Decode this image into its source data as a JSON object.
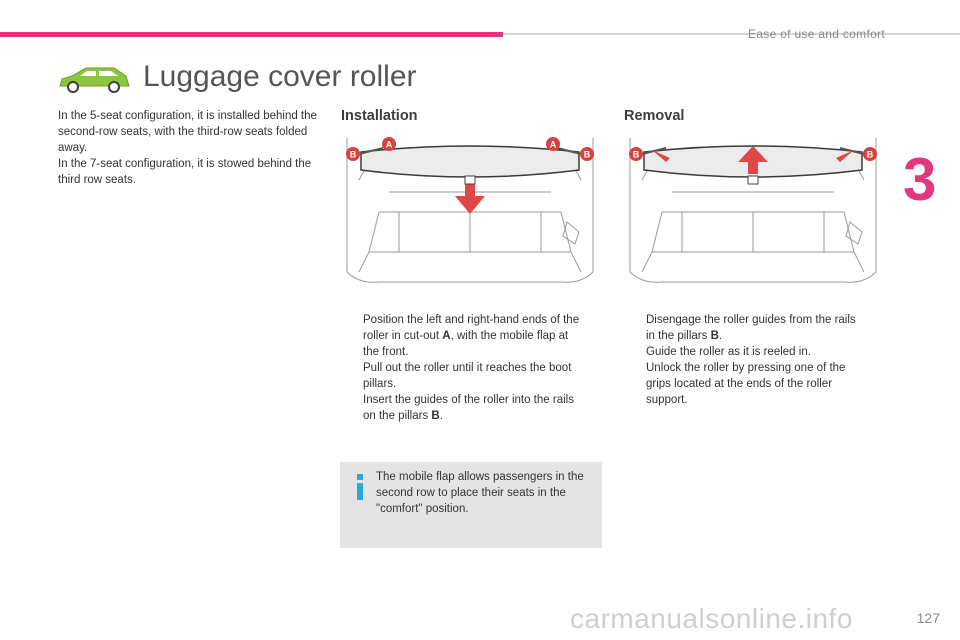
{
  "header": {
    "section_title": "Ease of use and comfort",
    "chapter_number": "3",
    "accent_color": "#e2397e"
  },
  "page": {
    "title": "Luggage cover roller",
    "title_icon": "car-icon",
    "page_number": "127"
  },
  "intro": {
    "paragraph1": "In the 5-seat configuration, it is installed behind the second-row seats, with the third-row seats folded away.",
    "paragraph2": "In the 7-seat configuration, it is stowed behind the third row seats."
  },
  "installation": {
    "heading": "Installation",
    "callouts": [
      "A",
      "A",
      "B",
      "B"
    ],
    "steps": [
      {
        "bullet": "",
        "pre": "Position the left and right-hand ends of the roller in cut-out ",
        "bold": "A",
        "post": ", with the mobile flap at the front."
      },
      {
        "bullet": "",
        "pre": "Pull out the roller until it reaches the boot pillars.",
        "bold": "",
        "post": ""
      },
      {
        "bullet": "",
        "pre": "Insert the guides of the roller into the rails on the pillars ",
        "bold": "B",
        "post": "."
      }
    ]
  },
  "removal": {
    "heading": "Removal",
    "callouts": [
      "B",
      "B"
    ],
    "steps": [
      {
        "bullet": "",
        "pre": "Disengage the roller guides from the rails in the pillars ",
        "bold": "B",
        "post": "."
      },
      {
        "bullet": "",
        "pre": "Guide the roller as it is reeled in.",
        "bold": "",
        "post": ""
      },
      {
        "bullet": "",
        "pre": "Unlock the roller by pressing one of the grips located at the ends of the roller support.",
        "bold": "",
        "post": ""
      }
    ]
  },
  "info_box": {
    "icon": "info-icon",
    "text": "The mobile flap allows passengers in the second row to place their seats in the \"comfort\" position."
  },
  "watermark": {
    "text": "carmanualsonline.info"
  }
}
